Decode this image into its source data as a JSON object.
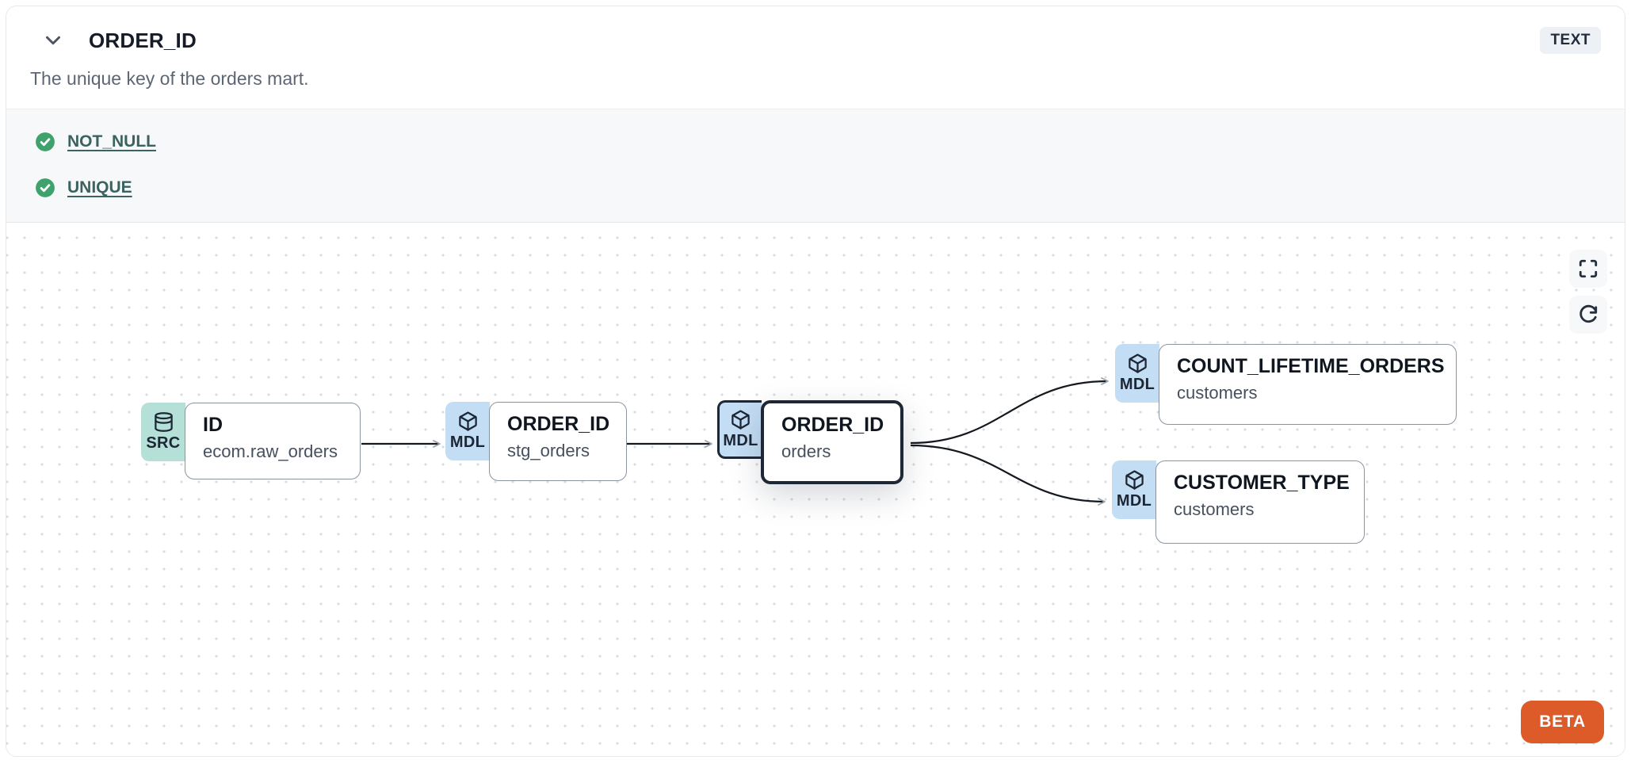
{
  "header": {
    "title": "ORDER_ID",
    "type_badge": "TEXT",
    "description": "The unique key of the orders mart."
  },
  "tests": {
    "items": [
      {
        "label": "NOT_NULL",
        "status": "pass"
      },
      {
        "label": "UNIQUE",
        "status": "pass"
      }
    ],
    "pass_color": "#3fa16b",
    "link_color": "#3a6360"
  },
  "lineage": {
    "nodes": [
      {
        "badge": "SRC",
        "icon": "database-icon",
        "name": "ID",
        "subtitle": "ecom.raw_orders",
        "selected": false
      },
      {
        "badge": "MDL",
        "icon": "cube-icon",
        "name": "ORDER_ID",
        "subtitle": "stg_orders",
        "selected": false
      },
      {
        "badge": "MDL",
        "icon": "cube-icon",
        "name": "ORDER_ID",
        "subtitle": "orders",
        "selected": true
      },
      {
        "badge": "MDL",
        "icon": "cube-icon",
        "name": "COUNT_LIFETIME_ORDERS",
        "subtitle": "customers",
        "selected": false
      },
      {
        "badge": "MDL",
        "icon": "cube-icon",
        "name": "CUSTOMER_TYPE",
        "subtitle": "customers",
        "selected": false
      }
    ],
    "edges": [
      {
        "from": "ID (ecom.raw_orders)",
        "to": "ORDER_ID (stg_orders)"
      },
      {
        "from": "ORDER_ID (stg_orders)",
        "to": "ORDER_ID (orders)"
      },
      {
        "from": "ORDER_ID (orders)",
        "to": "COUNT_LIFETIME_ORDERS (customers)"
      },
      {
        "from": "ORDER_ID (orders)",
        "to": "CUSTOMER_TYPE (customers)"
      }
    ],
    "badge_colors": {
      "SRC": "#b5e0d8",
      "MDL": "#c3ddf4"
    }
  },
  "canvas": {
    "controls": [
      {
        "name": "fullscreen"
      },
      {
        "name": "refresh"
      }
    ],
    "beta_label": "BETA",
    "beta_color": "#dc5b28"
  }
}
